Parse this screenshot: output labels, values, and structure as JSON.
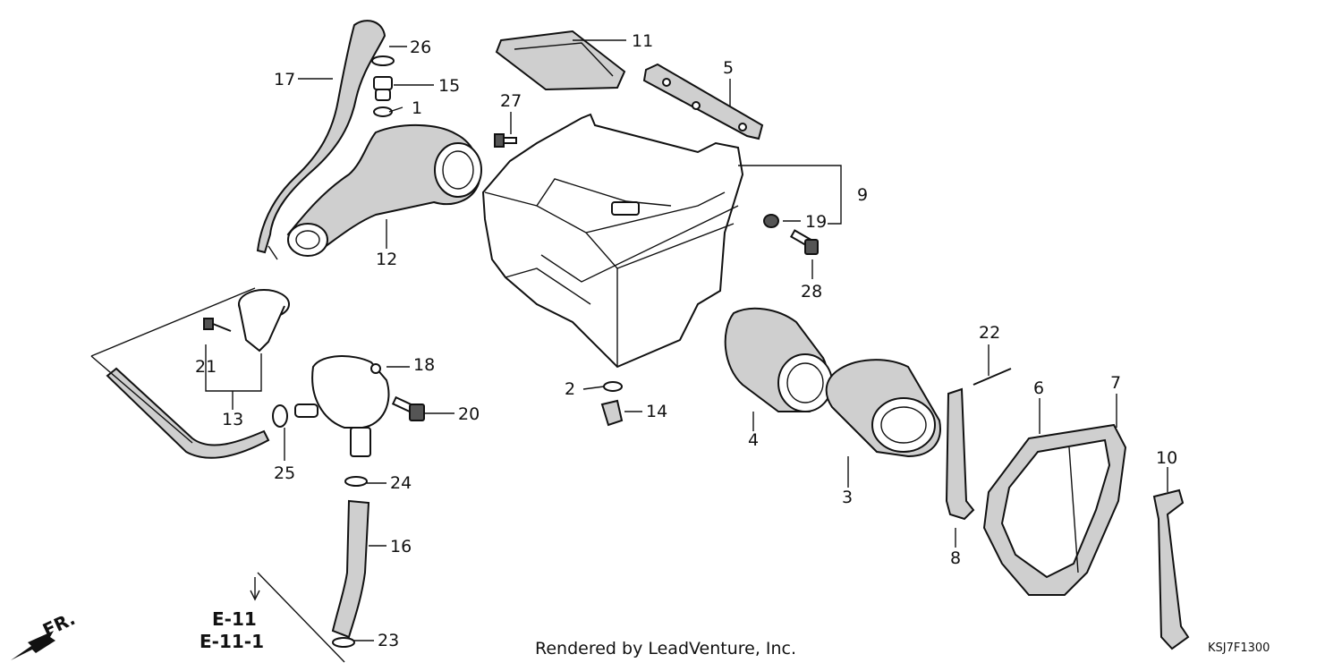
{
  "diagram": {
    "callouts": [
      {
        "id": "p1",
        "number": "1"
      },
      {
        "id": "p2",
        "number": "2"
      },
      {
        "id": "p3",
        "number": "3"
      },
      {
        "id": "p4",
        "number": "4"
      },
      {
        "id": "p5",
        "number": "5"
      },
      {
        "id": "p6",
        "number": "6"
      },
      {
        "id": "p7",
        "number": "7"
      },
      {
        "id": "p8",
        "number": "8"
      },
      {
        "id": "p9",
        "number": "9"
      },
      {
        "id": "p10",
        "number": "10"
      },
      {
        "id": "p11",
        "number": "11"
      },
      {
        "id": "p12",
        "number": "12"
      },
      {
        "id": "p13",
        "number": "13"
      },
      {
        "id": "p14",
        "number": "14"
      },
      {
        "id": "p15",
        "number": "15"
      },
      {
        "id": "p16",
        "number": "16"
      },
      {
        "id": "p17",
        "number": "17"
      },
      {
        "id": "p18",
        "number": "18"
      },
      {
        "id": "p19",
        "number": "19"
      },
      {
        "id": "p20",
        "number": "20"
      },
      {
        "id": "p21",
        "number": "21"
      },
      {
        "id": "p22",
        "number": "22"
      },
      {
        "id": "p23",
        "number": "23"
      },
      {
        "id": "p24",
        "number": "24"
      },
      {
        "id": "p25",
        "number": "25"
      },
      {
        "id": "p26",
        "number": "26"
      },
      {
        "id": "p27",
        "number": "27"
      },
      {
        "id": "p28",
        "number": "28"
      }
    ],
    "references": [
      "E-11",
      "E-11-1"
    ],
    "direction_label": "FR.",
    "credit": "Rendered by LeadVenture, Inc.",
    "diagram_code": "KSJ7F1300"
  }
}
